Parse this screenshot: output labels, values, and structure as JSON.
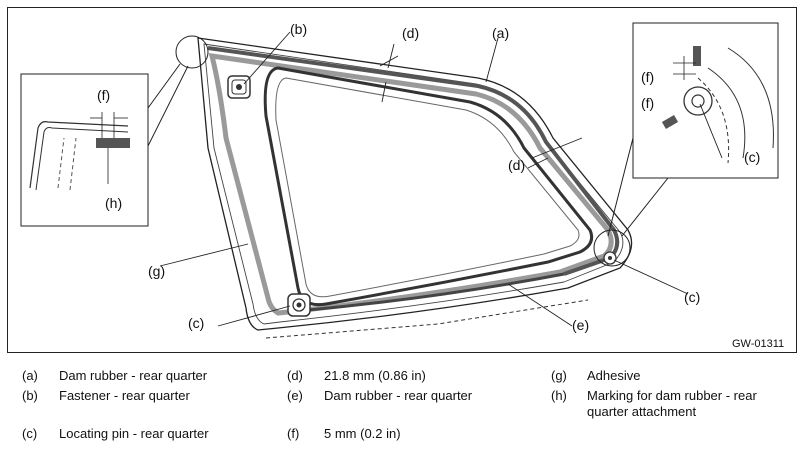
{
  "figure": {
    "code": "GW-01311",
    "callouts": {
      "a": "(a)",
      "b": "(b)",
      "c": "(c)",
      "d": "(d)",
      "e": "(e)",
      "f": "(f)",
      "g": "(g)",
      "h": "(h)"
    }
  },
  "legend": [
    {
      "key": "(a)",
      "text": "Dam rubber - rear quarter"
    },
    {
      "key": "(b)",
      "text": "Fastener - rear quarter"
    },
    {
      "key": "(c)",
      "text": "Locating pin - rear quarter"
    },
    {
      "key": "(d)",
      "text": "21.8 mm (0.86 in)"
    },
    {
      "key": "(e)",
      "text": "Dam rubber - rear quarter"
    },
    {
      "key": "(f)",
      "text": "5 mm (0.2 in)"
    },
    {
      "key": "(g)",
      "text": "Adhesive"
    },
    {
      "key": "(h)",
      "text": "Marking for dam rubber - rear",
      "text2": "quarter attachment"
    }
  ]
}
